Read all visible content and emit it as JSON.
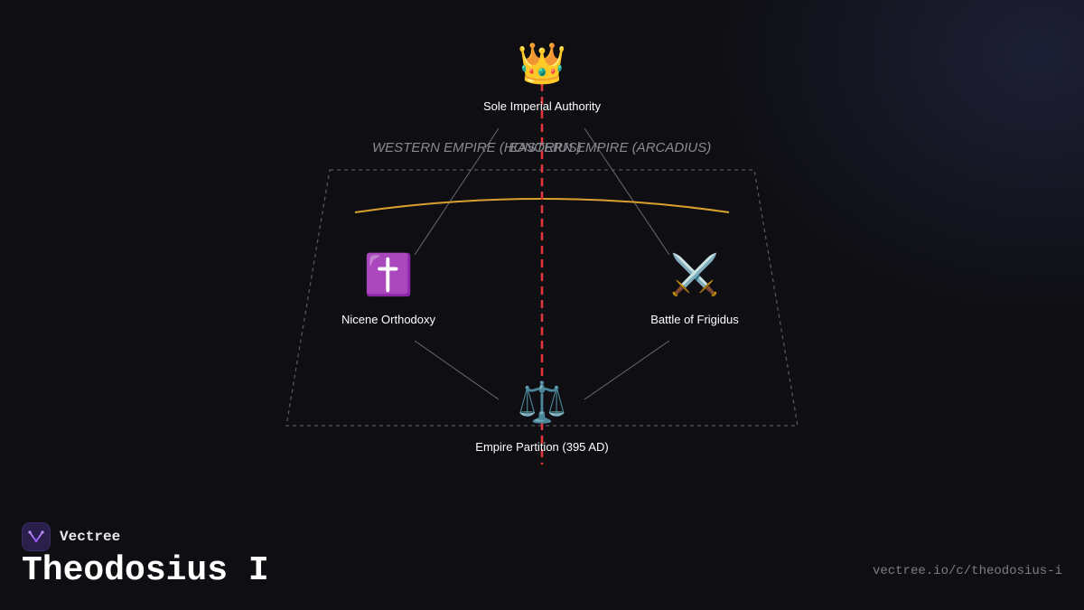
{
  "diagram": {
    "nodes": {
      "top": {
        "icon": "crown-icon",
        "glyph": "👑",
        "label": "Sole Imperial Authority"
      },
      "left": {
        "icon": "latin-cross-icon",
        "glyph": "✝️",
        "label": "Nicene Orthodoxy"
      },
      "right": {
        "icon": "crossed-swords-icon",
        "glyph": "⚔️",
        "label": "Battle of Frigidus"
      },
      "bottom": {
        "icon": "balance-scale-icon",
        "glyph": "⚖️",
        "label": "Empire Partition (395 AD)"
      }
    },
    "regions": {
      "west": "WESTERN EMPIRE (HONORIUS)",
      "east": "EASTERN EMPIRE (ARCADIUS)"
    },
    "colors": {
      "divide_line": "#e8363e",
      "arc": "#d9a030",
      "connector": "#6a6a70",
      "frame": "#55555c"
    }
  },
  "brand": {
    "name": "Vectree",
    "logo_icon": "vectree-logo-icon"
  },
  "title": "Theodosius I",
  "url": "vectree.io/c/theodosius-i"
}
